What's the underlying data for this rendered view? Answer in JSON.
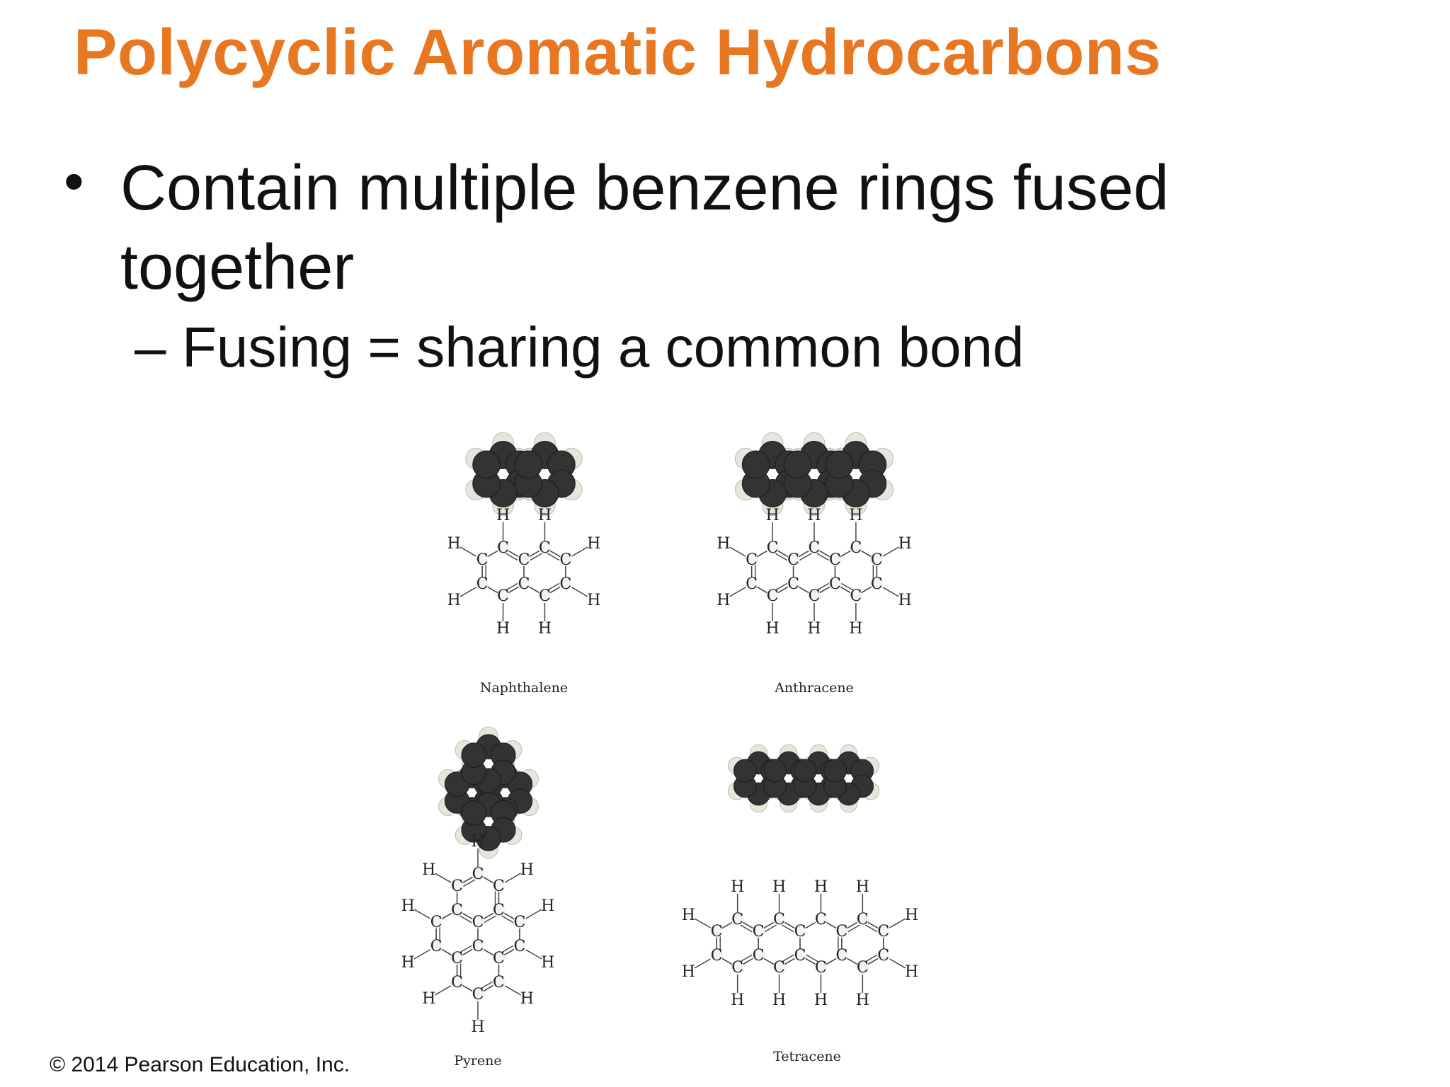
{
  "slide": {
    "title": "Polycyclic Aromatic Hydrocarbons",
    "bullet_mark": "•",
    "bullet": "Contain multiple benzene rings fused together",
    "sub_mark": "–",
    "sub_bullet": "Fusing = sharing a common bond",
    "copyright": "© 2014 Pearson Education, Inc."
  },
  "figure": {
    "molecules": [
      {
        "name": "Naphthalene",
        "rings": 2,
        "arrangement": "linear"
      },
      {
        "name": "Anthracene",
        "rings": 3,
        "arrangement": "linear"
      },
      {
        "name": "Pyrene",
        "rings": 4,
        "arrangement": "peri-fused"
      },
      {
        "name": "Tetracene",
        "rings": 4,
        "arrangement": "linear"
      }
    ],
    "atom_labels": {
      "carbon": "C",
      "hydrogen": "H"
    },
    "colors": {
      "title": "#e87722",
      "carbon_sphere": "#333333",
      "hydrogen_sphere": "#e6e6dc",
      "bond": "#444444"
    }
  }
}
